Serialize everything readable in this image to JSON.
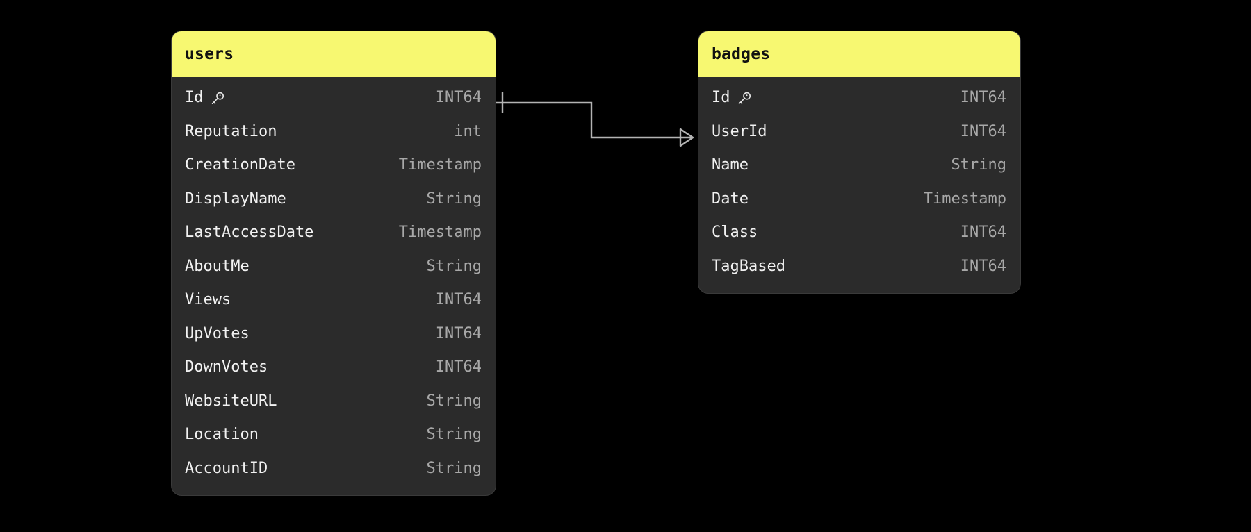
{
  "diagram": {
    "type": "entity-relationship-diagram",
    "background_color": "#000000",
    "tables": [
      {
        "name": "users",
        "header_color": "#f7f871",
        "body_color": "#2b2b2b",
        "columns": [
          {
            "name": "Id",
            "type": "INT64",
            "primary_key": true,
            "key_icon": "key-icon"
          },
          {
            "name": "Reputation",
            "type": "int",
            "primary_key": false
          },
          {
            "name": "CreationDate",
            "type": "Timestamp",
            "primary_key": false
          },
          {
            "name": "DisplayName",
            "type": "String",
            "primary_key": false
          },
          {
            "name": "LastAccessDate",
            "type": "Timestamp",
            "primary_key": false
          },
          {
            "name": "AboutMe",
            "type": "String",
            "primary_key": false
          },
          {
            "name": "Views",
            "type": "INT64",
            "primary_key": false
          },
          {
            "name": "UpVotes",
            "type": "INT64",
            "primary_key": false
          },
          {
            "name": "DownVotes",
            "type": "INT64",
            "primary_key": false
          },
          {
            "name": "WebsiteURL",
            "type": "String",
            "primary_key": false
          },
          {
            "name": "Location",
            "type": "String",
            "primary_key": false
          },
          {
            "name": "AccountID",
            "type": "String",
            "primary_key": false
          }
        ]
      },
      {
        "name": "badges",
        "header_color": "#f7f871",
        "body_color": "#2b2b2b",
        "columns": [
          {
            "name": "Id",
            "type": "INT64",
            "primary_key": true,
            "key_icon": "key-icon"
          },
          {
            "name": "UserId",
            "type": "INT64",
            "primary_key": false
          },
          {
            "name": "Name",
            "type": "String",
            "primary_key": false
          },
          {
            "name": "Date",
            "type": "Timestamp",
            "primary_key": false
          },
          {
            "name": "Class",
            "type": "INT64",
            "primary_key": false
          },
          {
            "name": "TagBased",
            "type": "INT64",
            "primary_key": false
          }
        ]
      }
    ],
    "relationships": [
      {
        "from_table": "users",
        "from_column": "Id",
        "from_cardinality": "one",
        "to_table": "badges",
        "to_column": "UserId",
        "to_cardinality": "many",
        "line_color": "#b4b4b4"
      }
    ]
  }
}
